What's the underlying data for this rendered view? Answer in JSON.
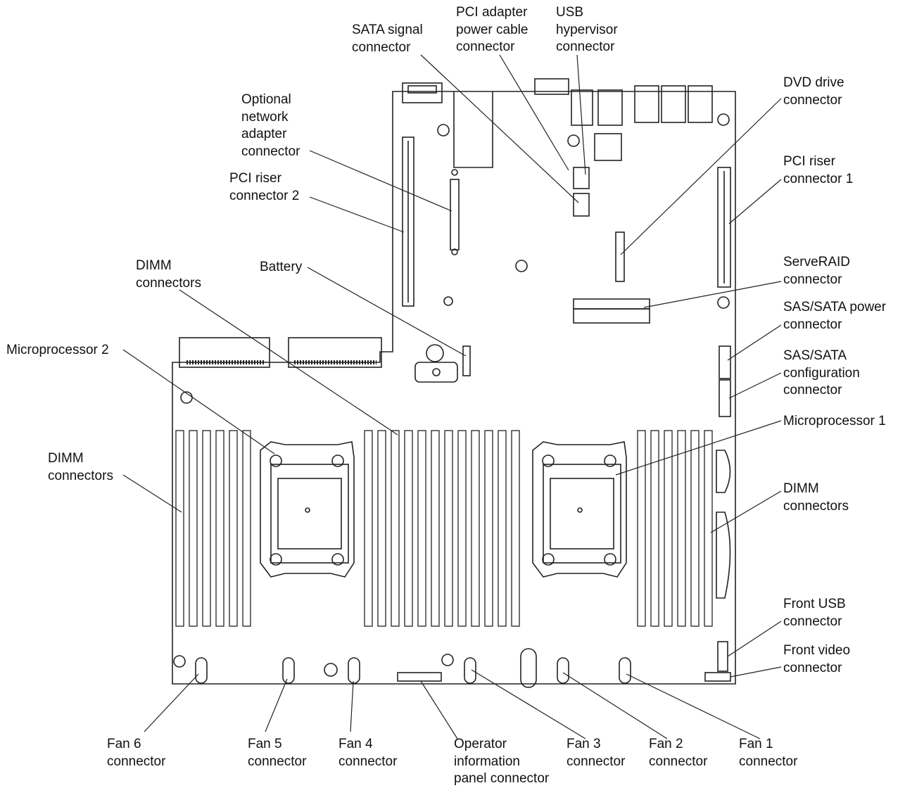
{
  "labels": {
    "sata_signal": [
      "SATA signal",
      "connector"
    ],
    "pci_power": [
      "PCI adapter",
      "power cable",
      "connector"
    ],
    "usb_hyp": [
      "USB",
      "hypervisor",
      "connector"
    ],
    "dvd": [
      "DVD drive",
      "connector"
    ],
    "opt_net": [
      "Optional",
      "network",
      "adapter",
      "connector"
    ],
    "pci_riser2": [
      "PCI riser",
      "connector 2"
    ],
    "pci_riser1": [
      "PCI riser",
      "connector 1"
    ],
    "dimm_top": [
      "DIMM",
      "connectors"
    ],
    "battery": [
      "Battery"
    ],
    "serveraid": [
      "ServeRAID",
      "connector"
    ],
    "sas_power": [
      "SAS/SATA power",
      "connector"
    ],
    "sas_config": [
      "SAS/SATA",
      "configuration",
      "connector"
    ],
    "micro2": [
      "Microprocessor 2"
    ],
    "micro1": [
      "Microprocessor 1"
    ],
    "dimm_left": [
      "DIMM",
      "connectors"
    ],
    "dimm_right": [
      "DIMM",
      "connectors"
    ],
    "front_usb": [
      "Front USB",
      "connector"
    ],
    "front_video": [
      "Front video",
      "connector"
    ],
    "fan6": [
      "Fan 6",
      "connector"
    ],
    "fan5": [
      "Fan 5",
      "connector"
    ],
    "fan4": [
      "Fan 4",
      "connector"
    ],
    "operator": [
      "Operator",
      "information",
      "panel connector"
    ],
    "fan3": [
      "Fan 3",
      "connector"
    ],
    "fan2": [
      "Fan 2",
      "connector"
    ],
    "fan1": [
      "Fan 1",
      "connector"
    ]
  }
}
